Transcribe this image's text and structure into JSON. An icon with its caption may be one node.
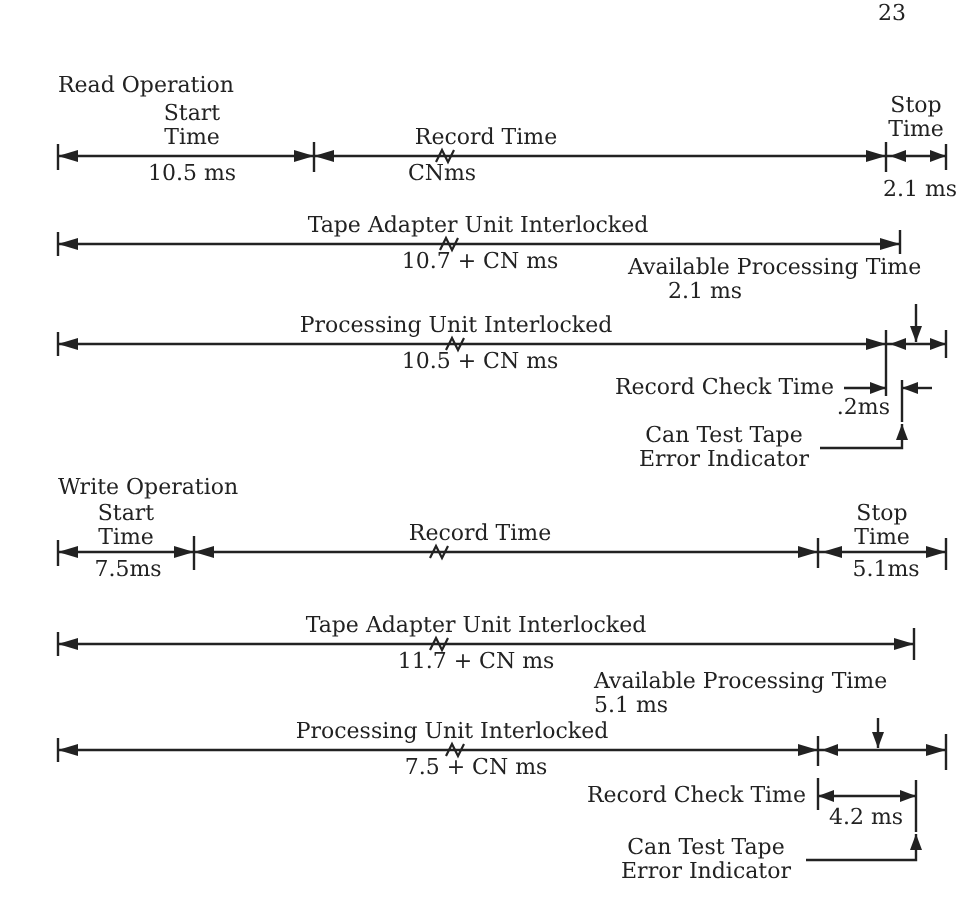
{
  "diagram": {
    "nodes": [
      {
        "text": [
          "Available Processing Time",
          "2.1 ms"
        ]
      },
      {
        "text": [],
        "shape": "line"
      },
      {
        "text": [
          "Can Test Tape Error Indicator"
        ]
      },
      {
        "text": [
          "Available Processing Time",
          "5.1 ms"
        ]
      },
      {
        "text": [],
        "shape": "line"
      },
      {
        "text": [
          "Can Test Tape Error Indicator"
        ]
      }
    ],
    "edges": [
      {
        "from": 0,
        "to": null,
        "arrow": "to"
      },
      {
        "from": 2,
        "to": 1,
        "arrow": "to"
      },
      {
        "from": 3,
        "to": null,
        "arrow": "to"
      },
      {
        "from": 5,
        "to": 4,
        "arrow": "to"
      }
    ],
    "labels": [
      "23",
      "Read Operation",
      "Start Time",
      "Record Time",
      "Stop Time",
      "10.5 ms",
      "CNms",
      "2.1 ms",
      "Tape Adapter Unit Interlocked",
      "10.7 + CN ms",
      "Processing Unit Interlocked",
      "10.5 + CN ms",
      "Record Check Time",
      ".2ms",
      "Write Operation",
      "Start Time",
      "Record Time",
      "Stop Time",
      "7.5ms",
      "5.1ms",
      "Tape Adapter Unit Interlocked",
      "11.7 + CN ms",
      "Processing Unit Interlocked",
      "7.5 + CN ms",
      "Record Check Time",
      "4.2 ms"
    ]
  }
}
